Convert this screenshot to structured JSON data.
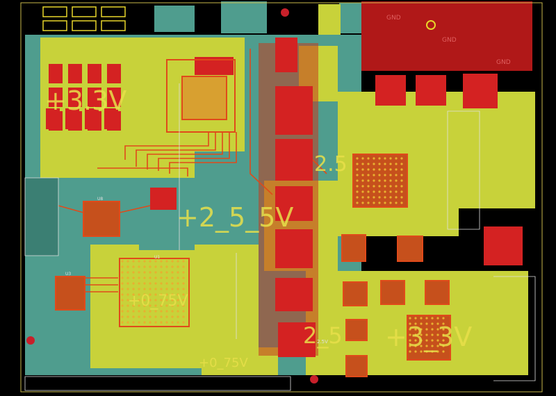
{
  "title": "",
  "colors": {
    "background": "#000000",
    "yellow_plane": "#c8d23a",
    "teal_plane": "#4f9d8e",
    "red_plane": "#d42222",
    "copper_trace": "#e04a1a",
    "pad": "#e8d62a",
    "silkscreen": "#e0e0e0",
    "outline": "#c8b84a"
  },
  "net_labels": {
    "v3_3_top": "+3.3V",
    "v2_5_mid": "2.5",
    "v2_5_center": "+2_5_5V",
    "v0_75_left": "+0_75V",
    "v0_75_bottom": "+0_75V",
    "v2_5_right": "2_5",
    "v3_3_right": "+3_3V",
    "gnd_a": "GND",
    "gnd_b": "GND",
    "gnd_c": "GND",
    "v2_5_small": "2.5V",
    "ref_u1": "U1",
    "ref_u3": "U3",
    "ref_u8": "U8"
  },
  "icons": {
    "via": "circle",
    "fiducial": "circle"
  }
}
